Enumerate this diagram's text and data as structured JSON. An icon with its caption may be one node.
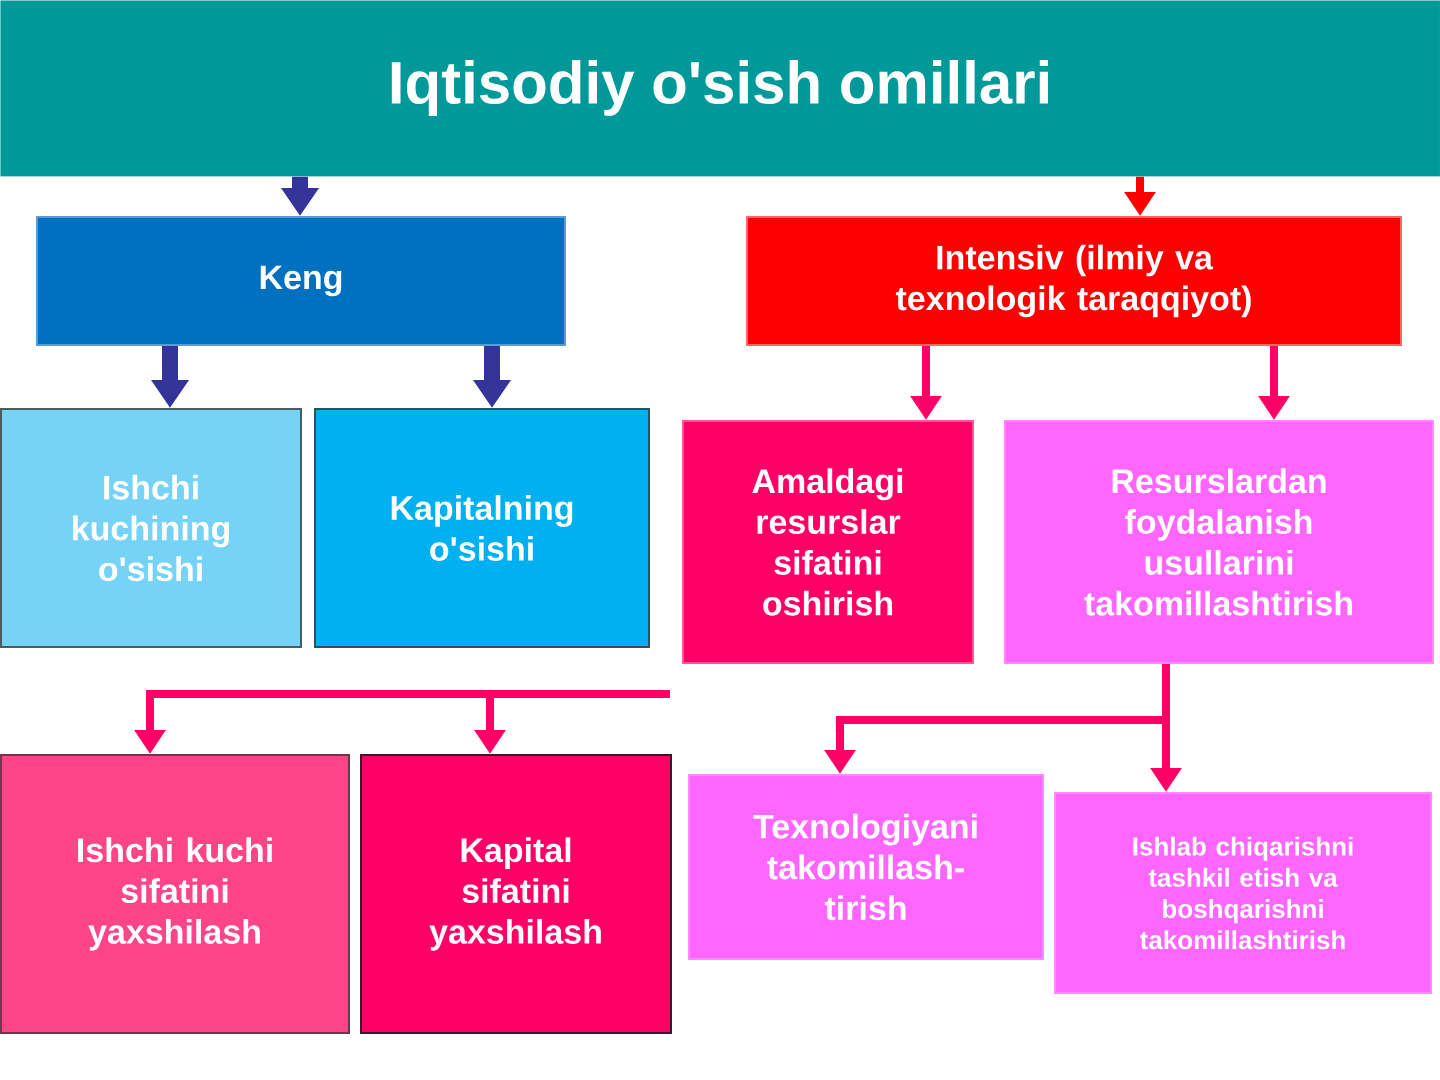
{
  "diagram": {
    "title": "Iqtisodiy o'sish omillari",
    "nodes": [
      {
        "text": [],
        "shape": "box"
      },
      {
        "text": [
          "Keng"
        ]
      },
      {
        "text": [
          "Intensiv (ilmiy va texnologik taraqqiyot)"
        ]
      },
      {
        "text": [
          "Ishchi kuchining o'sishi"
        ]
      },
      {
        "text": [
          "Kapitalning o'sishi"
        ]
      },
      {
        "text": [
          "Amaldagi resurslar sifatini oshirish"
        ]
      },
      {
        "text": [
          "Resurslardan foydalanish usullarini takomillashtirish"
        ]
      },
      {
        "text": [
          "Ishchi kuchi sifatini yaxshilash"
        ]
      },
      {
        "text": [
          "Kapital sifatini yaxshilash"
        ]
      },
      {
        "text": [
          "Texnologiyani takomillash- tirish"
        ]
      },
      {
        "text": [
          "Ishlab chiqarishni tashkil etish va boshqarishni takomillashtirish"
        ]
      }
    ],
    "edges": [
      {
        "from": 0,
        "to": 1,
        "arrow": "to",
        "color": "#333399",
        "style": "thick"
      },
      {
        "from": 0,
        "to": 2,
        "arrow": "to",
        "color": "#ff0000"
      },
      {
        "from": 1,
        "to": 3,
        "arrow": "to",
        "color": "#333399",
        "style": "thick"
      },
      {
        "from": 1,
        "to": 4,
        "arrow": "to",
        "color": "#333399",
        "style": "thick"
      },
      {
        "from": 2,
        "to": 5,
        "arrow": "to"
      },
      {
        "from": 2,
        "to": 6,
        "arrow": "to"
      },
      {
        "from": null,
        "to": 7,
        "arrow": "to"
      },
      {
        "from": null,
        "to": 8,
        "arrow": "to"
      },
      {
        "from": 6,
        "to": 9,
        "arrow": "to"
      },
      {
        "from": 6,
        "to": 10,
        "arrow": "to"
      }
    ]
  }
}
